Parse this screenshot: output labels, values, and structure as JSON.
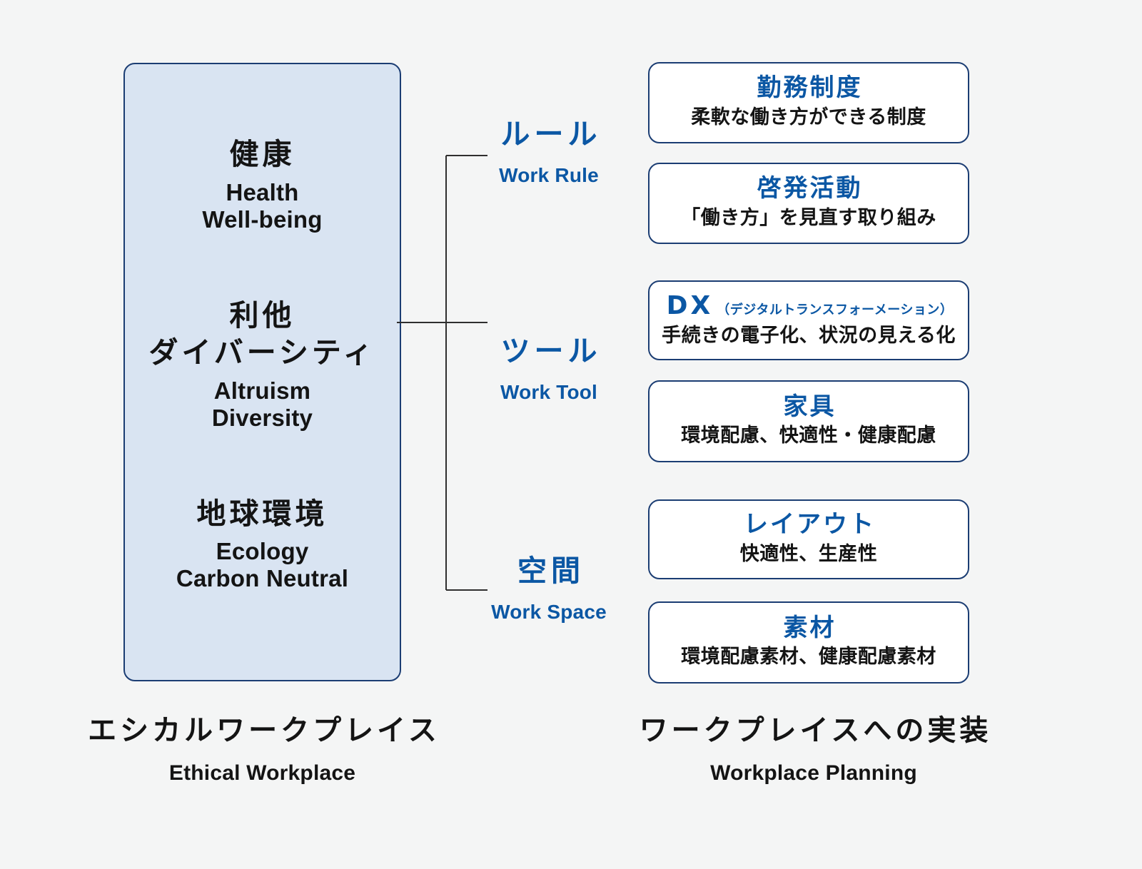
{
  "theme": {
    "background": "#f4f5f5",
    "accent_blue": "#0b57a4",
    "border_navy": "#1b3d73",
    "panel_fill": "#d9e4f2",
    "text_black": "#141414"
  },
  "left_panel": {
    "pillars": [
      {
        "jp": "健康",
        "en": "Health\nWell-being"
      },
      {
        "jp": "利他\nダイバーシティ",
        "en": "Altruism\nDiversity"
      },
      {
        "jp": "地球環境",
        "en": "Ecology\nCarbon Neutral"
      }
    ],
    "caption": {
      "jp": "エシカルワークプレイス",
      "en": "Ethical Workplace"
    }
  },
  "categories": [
    {
      "jp": "ルール",
      "en": "Work Rule"
    },
    {
      "jp": "ツール",
      "en": "Work Tool"
    },
    {
      "jp": "空間",
      "en": "Work Space"
    }
  ],
  "cards": [
    {
      "title": "勤務制度",
      "sub": "柔軟な働き方ができる制度"
    },
    {
      "title": "啓発活動",
      "sub": "「働き方」を見直す取り組み"
    },
    {
      "title": "DX",
      "title_note": "（デジタルトランスフォーメーション）",
      "sub": "手続きの電子化、状況の見える化"
    },
    {
      "title": "家具",
      "sub": "環境配慮、快適性・健康配慮"
    },
    {
      "title": "レイアウト",
      "sub": "快適性、生産性"
    },
    {
      "title": "素材",
      "sub": "環境配慮素材、健康配慮素材"
    }
  ],
  "right_panel": {
    "caption": {
      "jp": "ワークプレイスへの実装",
      "en": "Workplace Planning"
    }
  }
}
